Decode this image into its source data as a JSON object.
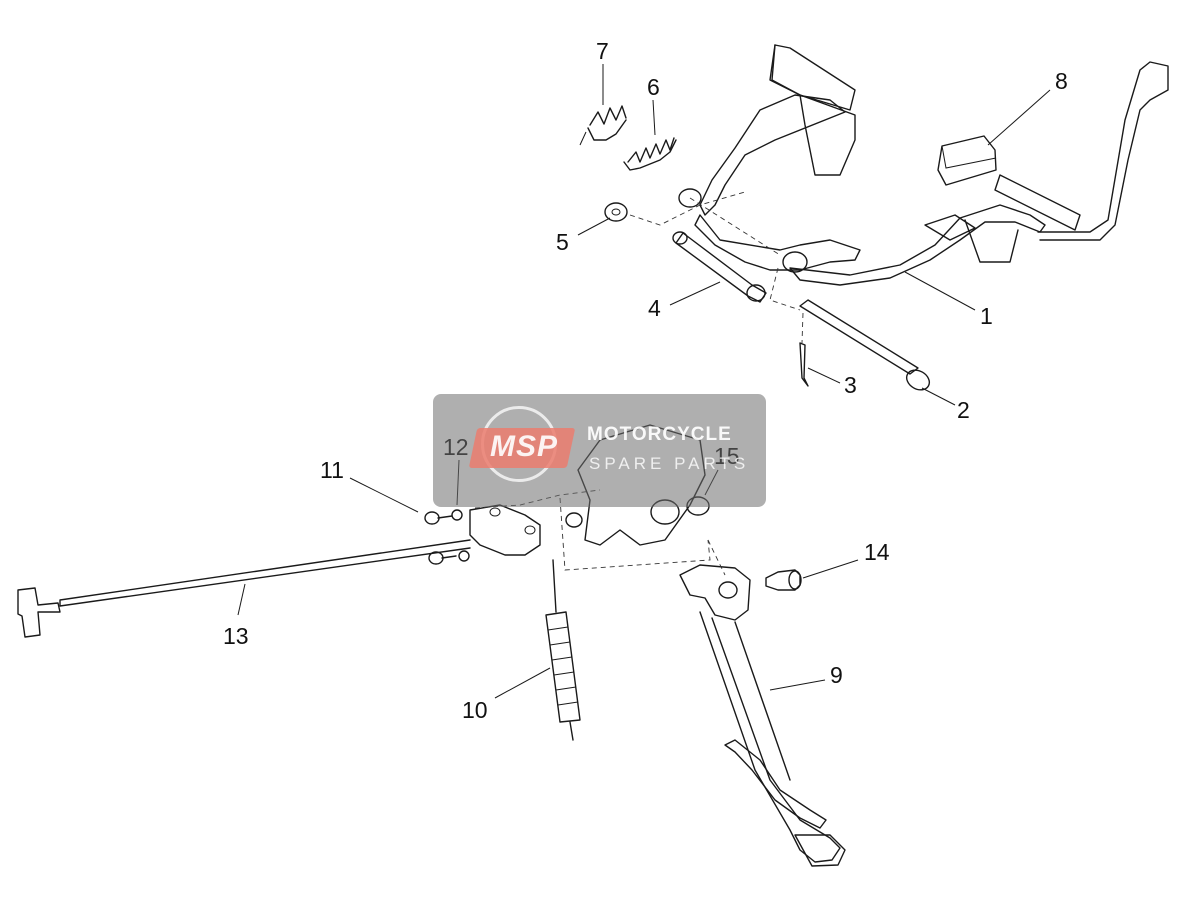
{
  "watermark": {
    "logo_text": "MSP",
    "title": "MOTORCYCLE",
    "subtitle": "SPARE PARTS"
  },
  "callouts": [
    {
      "label": "1",
      "part": "center-stand"
    },
    {
      "label": "2",
      "part": "stand-pin"
    },
    {
      "label": "3",
      "part": "cotter-pin"
    },
    {
      "label": "4",
      "part": "spacer-tube"
    },
    {
      "label": "5",
      "part": "washer"
    },
    {
      "label": "6",
      "part": "spring"
    },
    {
      "label": "7",
      "part": "spring"
    },
    {
      "label": "8",
      "part": "rubber-buffer"
    },
    {
      "label": "9",
      "part": "side-stand"
    },
    {
      "label": "10",
      "part": "spring"
    },
    {
      "label": "11",
      "part": "screw"
    },
    {
      "label": "12",
      "part": "washer"
    },
    {
      "label": "13",
      "part": "side-stand-switch"
    },
    {
      "label": "14",
      "part": "stand-bolt"
    },
    {
      "label": "15",
      "part": "o-ring"
    }
  ]
}
